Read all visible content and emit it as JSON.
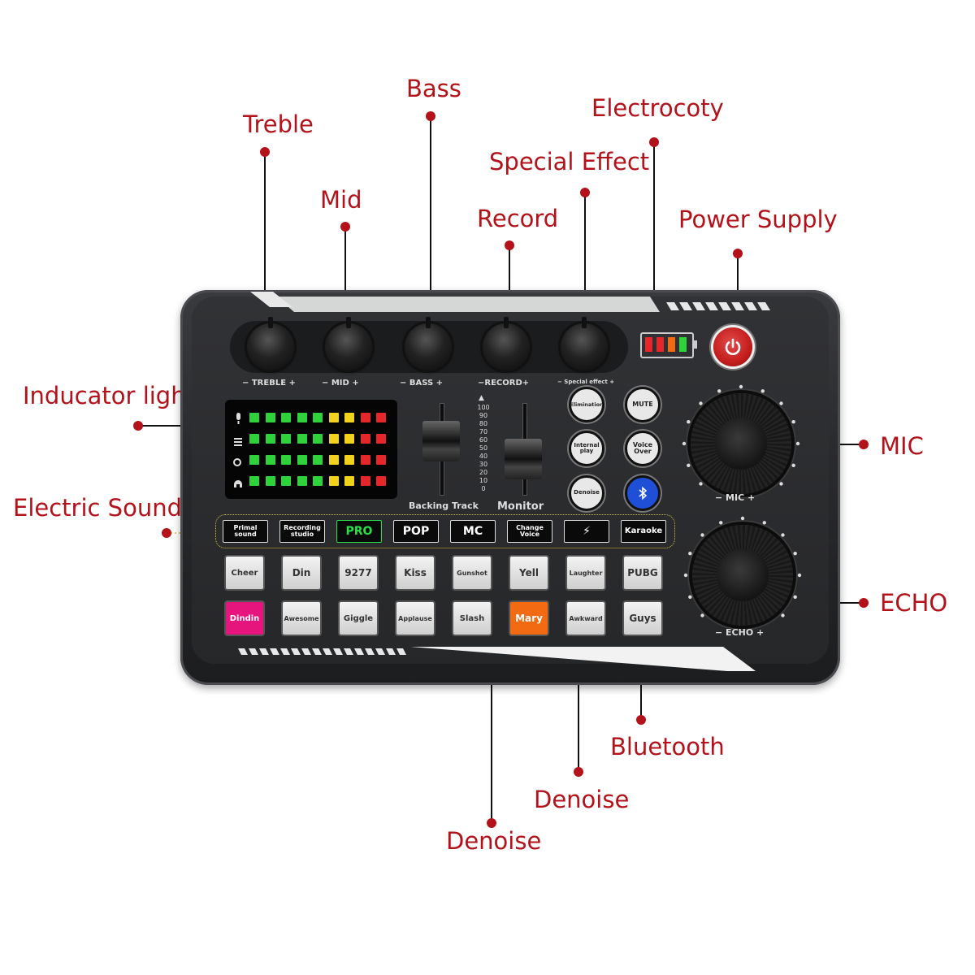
{
  "callouts": {
    "treble": "Treble",
    "mid": "Mid",
    "bass": "Bass",
    "record": "Record",
    "special_effect": "Special Effect",
    "electrocoty": "Electrocoty",
    "power_supply": "Power Supply",
    "indicator_light": "Inducator light",
    "electric_sound": "Electric Sound",
    "mic": "MIC",
    "echo": "ECHO",
    "bluetooth": "Bluetooth",
    "denoise_1": "Denoise",
    "denoise_2": "Denoise"
  },
  "panel": {
    "knob_labels": {
      "treble": "− TREBLE +",
      "mid": "−  MID  +",
      "bass": "−  BASS  +",
      "record": "−RECORD+",
      "special": "− Special effect +"
    },
    "fader_scale": [
      "100",
      "90",
      "80",
      "70",
      "60",
      "50",
      "40",
      "30",
      "20",
      "10",
      "0"
    ],
    "backing_track": "Backing Track",
    "monitor": "Monitor",
    "round_buttons": {
      "elimination": "Elimination",
      "mute": "MUTE",
      "internal_play": "Internal play",
      "voice_over": "Voice Over",
      "denoise": "Denoise",
      "bluetooth_icon": "bluetooth-icon"
    },
    "mic_label": "−   MIC   +",
    "echo_label": "−  ECHO  +",
    "effect_buttons": [
      "Primal sound",
      "Recording studio",
      "PRO",
      "POP",
      "MC",
      "Change Voice",
      "⚡",
      "Karaoke"
    ],
    "pads_row1": [
      "Cheer",
      "Din",
      "9277",
      "Kiss",
      "Gunshot",
      "Yell",
      "Laughter",
      "PUBG"
    ],
    "pads_row2": [
      "Dindin",
      "Awesome",
      "Giggle",
      "Applause",
      "Slash",
      "Mary",
      "Awkward",
      "Guys"
    ],
    "battery_levels": 4,
    "power_icon": "power-icon"
  },
  "colors": {
    "callout_text": "#b3121a",
    "led_green": "#2fd23a",
    "led_yellow": "#f1d21c",
    "led_red": "#e5262b",
    "pro_green": "#27e04a",
    "pad_pink": "#e6157e",
    "pad_orange": "#f26a12"
  }
}
